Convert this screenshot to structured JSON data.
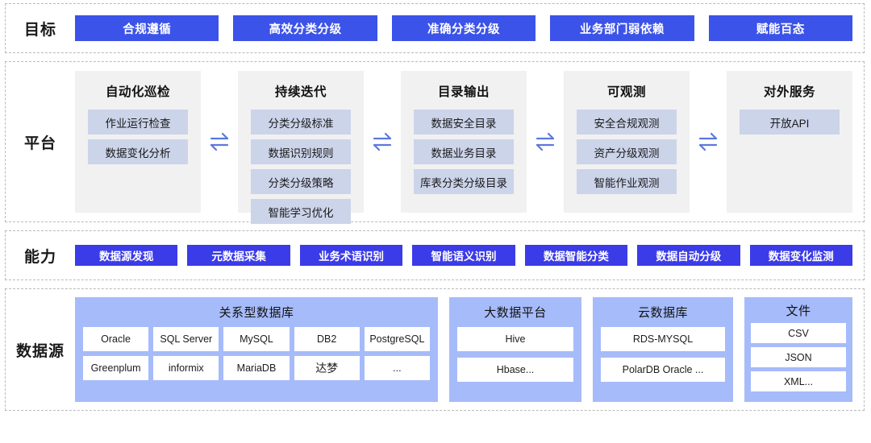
{
  "sections": {
    "goal": {
      "label": "目标",
      "items": [
        {
          "label": "合规遵循"
        },
        {
          "label": "高效分类分级"
        },
        {
          "label": "准确分类分级"
        },
        {
          "label": "业务部门弱依赖"
        },
        {
          "label": "赋能百态"
        }
      ]
    },
    "platform": {
      "label": "平台",
      "arrow_icon": "exchange-arrows-icon",
      "columns": [
        {
          "title": "自动化巡检",
          "items": [
            "作业运行检查",
            "数据变化分析"
          ]
        },
        {
          "title": "持续迭代",
          "items": [
            "分类分级标准",
            "数据识别规则",
            "分类分级策略",
            "智能学习优化"
          ]
        },
        {
          "title": "目录输出",
          "items": [
            "数据安全目录",
            "数据业务目录",
            "库表分类分级目录"
          ]
        },
        {
          "title": "可观测",
          "items": [
            "安全合规观测",
            "资产分级观测",
            "智能作业观测"
          ]
        },
        {
          "title": "对外服务",
          "items": [
            "开放API"
          ]
        }
      ]
    },
    "ability": {
      "label": "能力",
      "items": [
        {
          "label": "数据源发现"
        },
        {
          "label": "元数据采集"
        },
        {
          "label": "业务术语识别"
        },
        {
          "label": "智能语义识别"
        },
        {
          "label": "数据智能分类"
        },
        {
          "label": "数据自动分级"
        },
        {
          "label": "数据变化监测"
        }
      ]
    },
    "source": {
      "label": "数据源",
      "panels": [
        {
          "title": "关系型数据库",
          "layout": "grid",
          "items": [
            "Oracle",
            "SQL Server",
            "MySQL",
            "DB2",
            "PostgreSQL",
            "Greenplum",
            "informix",
            "MariaDB",
            "达梦",
            "..."
          ]
        },
        {
          "title": "大数据平台",
          "layout": "stack",
          "items": [
            "Hive",
            "Hbase..."
          ]
        },
        {
          "title": "云数据库",
          "layout": "stack",
          "items": [
            "RDS-MYSQL",
            "PolarDB Oracle ..."
          ]
        },
        {
          "title": "文件",
          "layout": "stack",
          "items": [
            "CSV",
            "JSON",
            "XML..."
          ]
        }
      ]
    }
  },
  "colors": {
    "goal_chip": "#3b53e8",
    "ability_chip": "#3b3be8",
    "platform_panel": "#f1f1f1",
    "platform_item": "#ccd4ea",
    "source_panel": "#a6bbfa",
    "arrow": "#5b78e0",
    "band_border": "#b9b9b9"
  }
}
